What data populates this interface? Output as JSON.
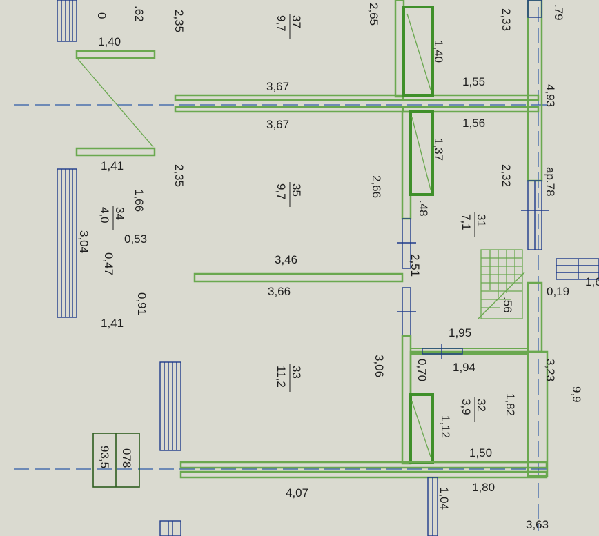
{
  "colors": {
    "wall": "#6aa84f",
    "red_wall": "#d9542b",
    "window": "#1e3a8a",
    "axis": "#2f5aa6",
    "paper": "#d9d9cf",
    "text": "#1e1e1e"
  },
  "stamp": {
    "line1": "078",
    "line2": "93,5"
  },
  "rooms": [
    {
      "num": "37",
      "area": "9,7"
    },
    {
      "num": "35",
      "area": "9,7"
    },
    {
      "num": "34",
      "area": "4,0"
    },
    {
      "num": "31",
      "area": "7,1"
    },
    {
      "num": "33",
      "area": "11,2"
    },
    {
      "num": "32",
      "area": "3,9"
    }
  ],
  "dims": [
    ".62",
    "2,35",
    "2,65",
    "2,33",
    ".79",
    "1,40",
    "1,40",
    "3,67",
    "1,55",
    "4,93",
    "3,67",
    "1,56",
    "1,41",
    "2,35",
    "1,37",
    "2,32",
    "ар.78",
    "2,66",
    "1,66",
    ".48",
    "0,53",
    "3,04",
    "0,47",
    "3,46",
    "2,51",
    "0,91",
    "3,66",
    "1,41",
    ".56",
    "0,19",
    "1,6",
    "1,95",
    "1,94",
    "3,23",
    "3,06",
    "0,70",
    "1,82",
    "9,9",
    "1,12",
    "1,50",
    "4,07",
    "1,80",
    "1,04",
    "3,63",
    "0"
  ]
}
